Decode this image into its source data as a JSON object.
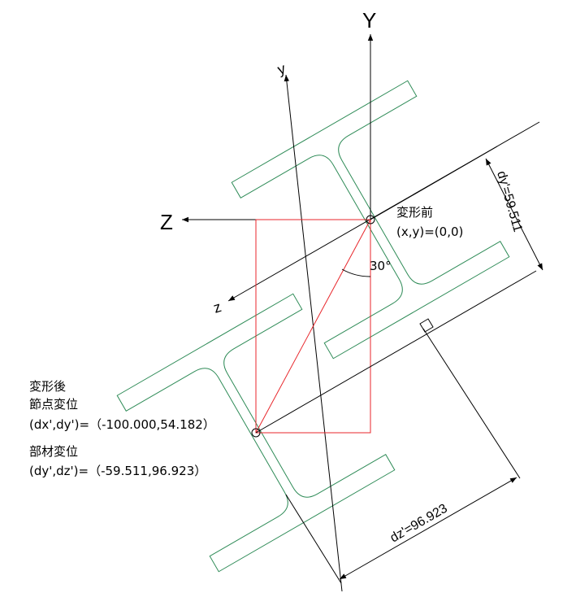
{
  "colors": {
    "axis": "#000000",
    "section_outline": "#2e8b57",
    "displacement": "#e8262b",
    "background": "#ffffff"
  },
  "axes": {
    "global_y": "Y",
    "global_z": "Z",
    "local_y": "y",
    "local_z": "z"
  },
  "angle_label": "30°",
  "before_label": {
    "title": "変形前",
    "coords": "(x,y)=(0,0)"
  },
  "after_label": {
    "title": "変形後",
    "subtitle": "節点変位",
    "node_disp": "(dx',dy')=（-100.000,54.182）",
    "member_title": "部材変位",
    "member_disp": "(dy',dz')=（-59.511,96.923）"
  },
  "dimensions": {
    "dy_prime": "dy'=59.511",
    "dz_prime": "dz'=96.923"
  },
  "values": {
    "rotation_deg": 30,
    "dx": -100.0,
    "dy": 54.182,
    "dy_local": -59.511,
    "dz_local": 96.923
  }
}
